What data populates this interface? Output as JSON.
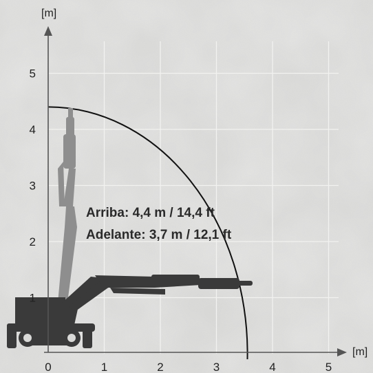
{
  "axes": {
    "x_unit": "[m]",
    "y_unit": "[m]",
    "x_ticks": [
      "0",
      "1",
      "2",
      "3",
      "4",
      "5"
    ],
    "y_ticks": [
      "1",
      "2",
      "3",
      "4",
      "5"
    ]
  },
  "reach": {
    "up_label": "Arriba: 4,4 m / 14,4 ft",
    "forward_label": "Adelante: 3,7 m / 12,1 ft",
    "up_m": 4.4,
    "forward_m": 3.7
  },
  "colors": {
    "background": "#d9d9d7",
    "grid": "#f2f2f0",
    "machine": "#3a3a3a",
    "ghost_arm": "#8e8e8e",
    "axis": "#555555",
    "arc": "#111111"
  },
  "icons": {
    "machine": "demolition-robot-icon"
  }
}
